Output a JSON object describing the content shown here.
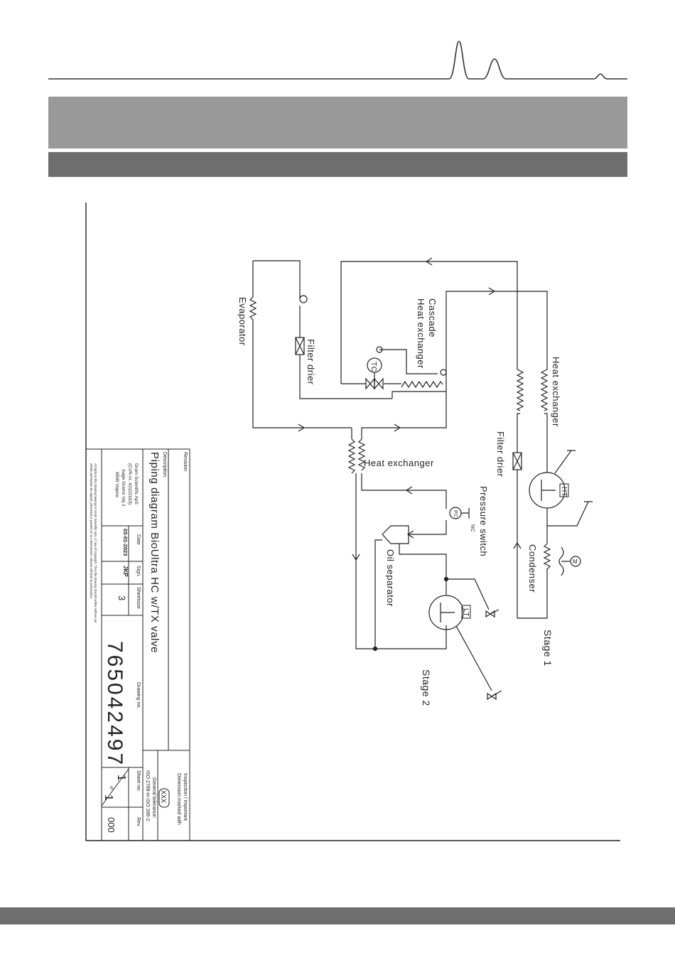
{
  "header": {
    "band_color": "#999999",
    "subband_color": "#6e6e6e"
  },
  "diagram": {
    "labels": {
      "evaporator": "Evaporator",
      "filter_drier_1": "Filter drier",
      "cascade_1": "Cascade",
      "cascade_2": "Heat exchanger",
      "tc": "TC",
      "heat_exchanger_top": "Heat exchanger",
      "filter_drier_2": "Filter drier",
      "ht": "HT",
      "condenser": "Condenser",
      "fan_motor": "M",
      "stage_1": "Stage 1",
      "heat_exchanger_mid": "Heat exchanger",
      "pressure_switch": "Pressure switch",
      "pc": "PC",
      "nc": "NC",
      "oil_separator": "Oil separator",
      "lt": "LT",
      "stage_2": "Stage 2"
    }
  },
  "title_block": {
    "revision_label": "Revision",
    "description_label": "Description",
    "description": "Piping diagram BioUltra HC w/TX valve",
    "company_lines": [
      "Gram Scientific ApS",
      "(CVR-nr. 43122193)",
      "Aage Grams Vej 1",
      "6500 Vojens"
    ],
    "date_label": "Date",
    "date": "03-01-2023",
    "sign_label": "Sign.",
    "sign": "JKP",
    "sheetsize_label": "Sheetsize",
    "sheetsize": "3",
    "drawing_no_label": "Drawing no.",
    "drawing_no": "765042497",
    "inspection_label": "Inspection / important",
    "dimension_label": "Dimension marked with",
    "xxx": "XXX",
    "tolerance_label": "General tolerance:",
    "tolerance": "ISO 2768-m  ISO 286-2",
    "sheet_no_label": "Sheet no.",
    "sheet_num": "1",
    "sheet_of": "of",
    "sheet_total": "1",
    "rev_label": "Rev.",
    "rev": "000",
    "rights_line1": "All rights to this drawing belongs to Gram Scientific ApS, cf. law of Copyright. Thus the drawing should neither without our",
    "rights_line2": "written permission be copied, presented or passed on to a third person. Misuse will lead to prosecution."
  }
}
